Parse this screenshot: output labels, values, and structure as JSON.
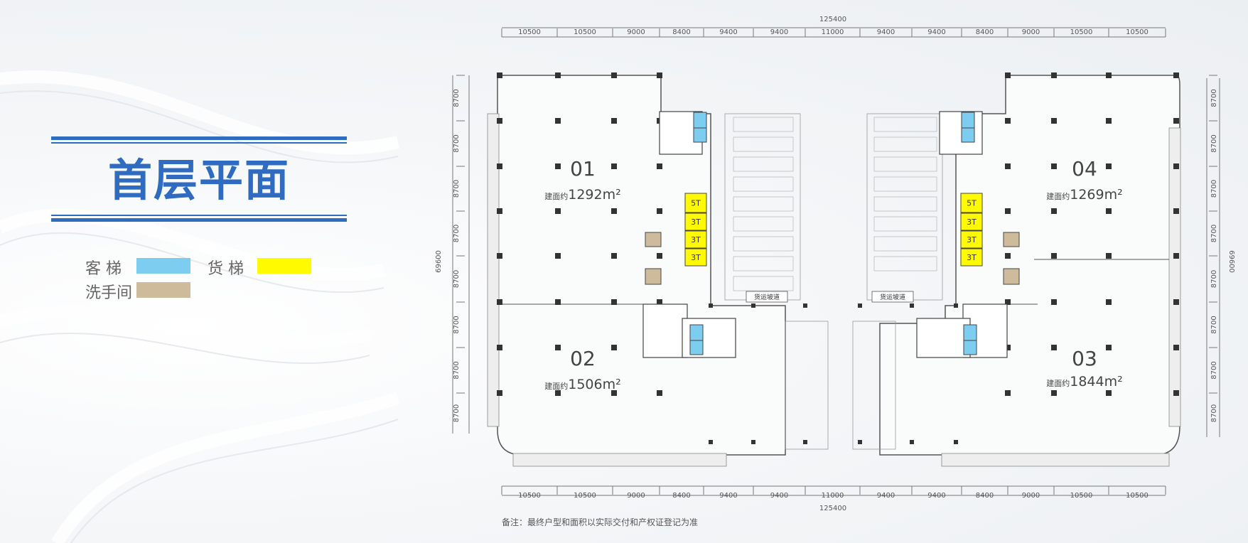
{
  "title": "首层平面",
  "legend": {
    "passenger_label": "客 梯",
    "freight_label": "货 梯",
    "washroom_label": "洗手间",
    "colors": {
      "passenger": "#7dcdf0",
      "freight": "#fffa00",
      "washroom": "#cdbb9b"
    }
  },
  "plan": {
    "total_width": "125400",
    "total_depth": "69600",
    "top_dims": [
      "10500",
      "10500",
      "9000",
      "8400",
      "9400",
      "9400",
      "11000",
      "9400",
      "9400",
      "8400",
      "9000",
      "10500",
      "10500"
    ],
    "bottom_dims": [
      "10500",
      "10500",
      "9000",
      "8400",
      "9400",
      "9400",
      "11000",
      "9400",
      "9400",
      "8400",
      "9000",
      "10500",
      "10500"
    ],
    "left_dims": [
      "8700",
      "8700",
      "8700",
      "8700",
      "8700",
      "8700",
      "8700",
      "8700"
    ],
    "right_dims": [
      "8700",
      "8700",
      "8700",
      "8700",
      "8700",
      "8700",
      "8700",
      "8700"
    ],
    "units": [
      {
        "id": "01",
        "area_prefix": "建面约",
        "area": "1292m²"
      },
      {
        "id": "02",
        "area_prefix": "建面约",
        "area": "1506m²"
      },
      {
        "id": "03",
        "area_prefix": "建面约",
        "area": "1844m²"
      },
      {
        "id": "04",
        "area_prefix": "建面约",
        "area": "1269m²"
      }
    ],
    "freight_left": [
      "5T",
      "3T",
      "3T",
      "3T"
    ],
    "freight_right": [
      "5T",
      "3T",
      "3T",
      "3T"
    ],
    "ramp_label_left": "货运坡道",
    "ramp_label_right": "货运坡道"
  },
  "note": "备注：最终户型和面积以实际交付和产权证登记为准"
}
